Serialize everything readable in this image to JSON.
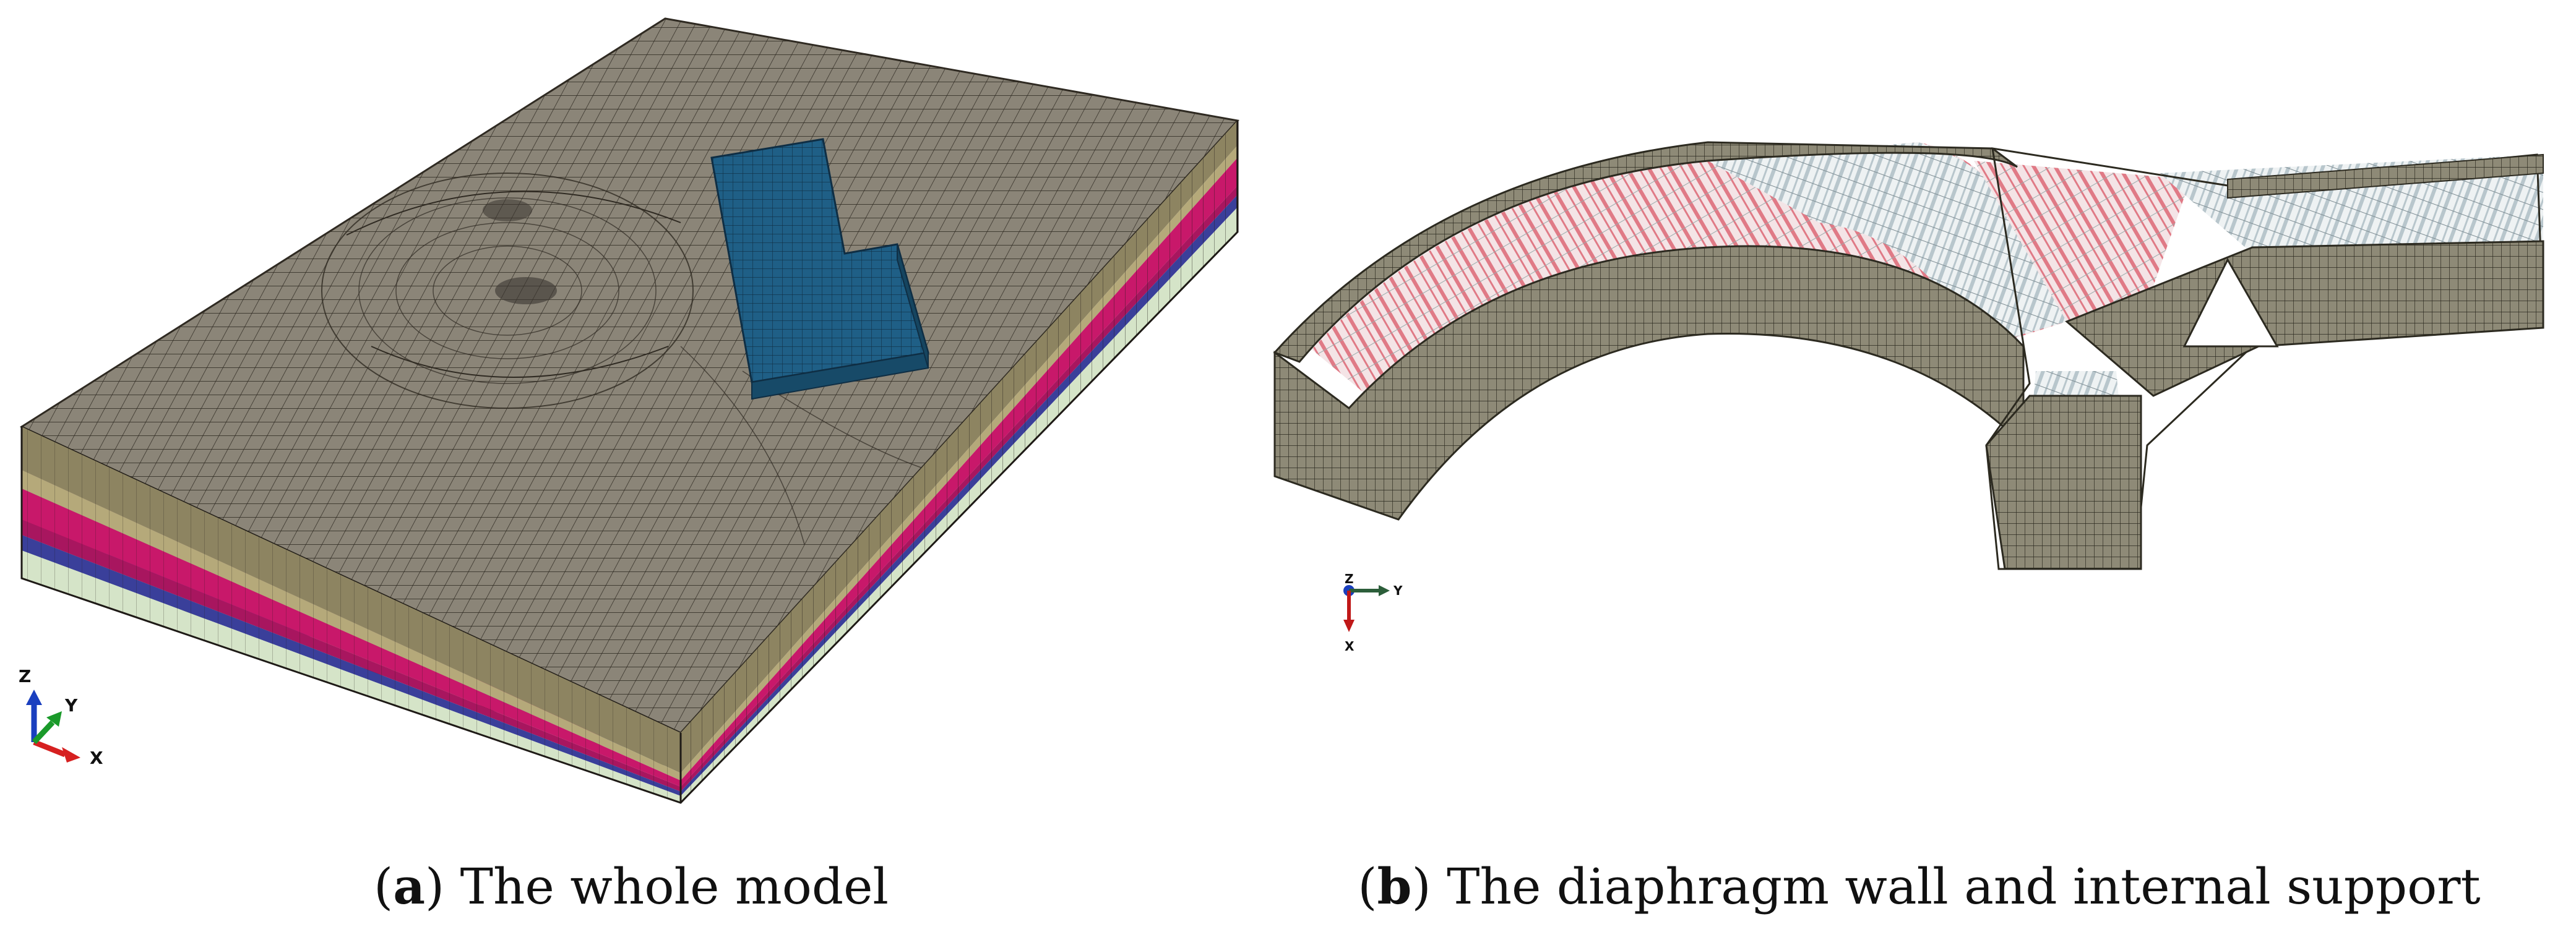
{
  "panels": [
    {
      "letter": "a",
      "caption": "The whole model",
      "triad": {
        "z": "Z",
        "y": "Y",
        "x": "X"
      }
    },
    {
      "letter": "b",
      "caption": "The diaphragm wall and internal support",
      "triad": {
        "z": "Z",
        "y": "Y",
        "x": "X"
      }
    }
  ],
  "colors": {
    "ground_surface": "#8b8578",
    "mesh_line": "#2f2a22",
    "building_block": "#1f5f86",
    "layer_tan": "#8d8461",
    "layer_khaki": "#b5a97a",
    "layer_magenta": "#c8186a",
    "layer_blue": "#3a3f9a",
    "layer_pale_green": "#d5e4c8",
    "wall": "#8e8a77",
    "strut_pink": "#e07a86",
    "strut_grey": "#b8c6cc",
    "axis_x": "#d62020",
    "axis_y": "#1a9a2a",
    "axis_z": "#1a3fbf"
  }
}
